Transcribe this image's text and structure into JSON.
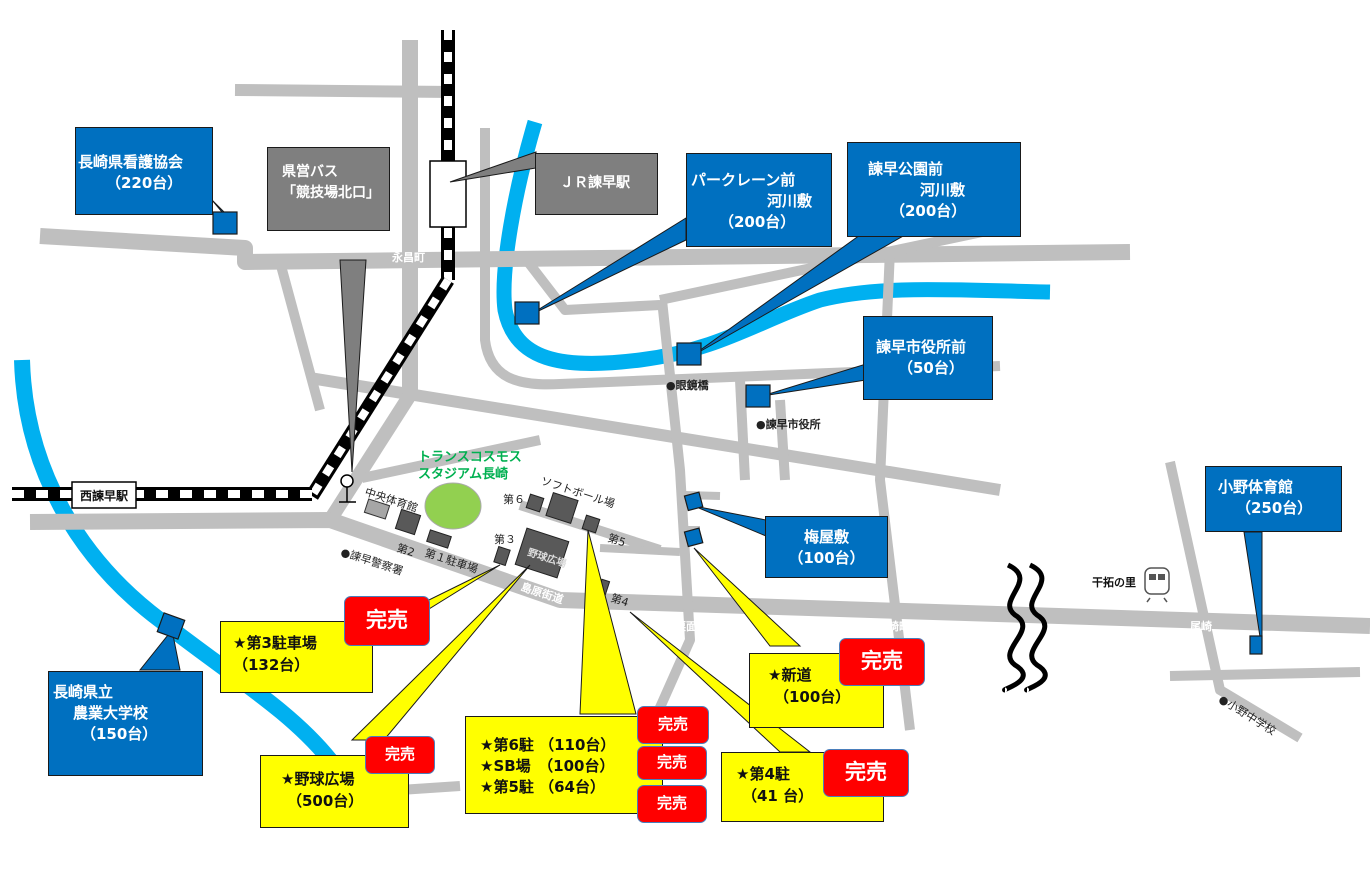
{
  "colors": {
    "road": "#bfbfbf",
    "river": "#00b0f0",
    "parking_blue": "#0070c0",
    "callout_gray": "#7f7f7f",
    "callout_yellow": "#ffff00",
    "sold_out_red": "#ff0000",
    "stadium_green": "#92d050",
    "stadium_label": "#00b050"
  },
  "streets": {
    "eirakumachi": "永昌町",
    "kurimenmachi": "栗面町",
    "yanagisakimachi": "湯崎町",
    "onozaki": "尾崎",
    "shimabara_kaido": "島原街道"
  },
  "stations": {
    "nishi_isahaya": "西諫早駅",
    "jr_isahaya": "ＪＲ諫早駅",
    "kantaku_no_sato": "干拓の里"
  },
  "bus_stop": {
    "line1": "県営バス",
    "line2": "「競技場北口」"
  },
  "landmarks": {
    "megane_bashi": "●眼鏡橋",
    "city_hall": "●諫早市役所",
    "police": "●諫早警察署",
    "ono_junior_high": "●小野中学校",
    "central_gym": "中央体育館",
    "softball": "ソフトボール場",
    "baseball_plaza": "野球広場",
    "lot_labels": {
      "lot1": "第１駐車場",
      "lot2": "第2",
      "lot3": "第３",
      "lot4": "第4",
      "lot5": "第5",
      "lot6": "第６"
    }
  },
  "stadium": {
    "line1": "トランスコスモス",
    "line2": "スタジアム長崎"
  },
  "blue_parking": [
    {
      "id": "nurses",
      "lines": [
        "長崎県看護協会",
        "（220台）"
      ]
    },
    {
      "id": "parklane",
      "lines": [
        "パークレーン前",
        "河川敷",
        "（200台）"
      ]
    },
    {
      "id": "park",
      "lines": [
        "諫早公園前",
        "河川敷",
        "（200台）"
      ]
    },
    {
      "id": "cityhall",
      "lines": [
        "諫早市役所前",
        "（50台）"
      ]
    },
    {
      "id": "umeyashiki",
      "lines": [
        "梅屋敷",
        "（100台）"
      ]
    },
    {
      "id": "ono_gym",
      "lines": [
        "小野体育館",
        "（250台）"
      ]
    },
    {
      "id": "agri_univ",
      "lines": [
        "長崎県立",
        "農業大学校",
        "（150台）"
      ]
    }
  ],
  "yellow_parking": [
    {
      "id": "lot3",
      "lines": [
        "★第3駐車場",
        "（132台）"
      ],
      "status": "完売"
    },
    {
      "id": "baseball",
      "lines": [
        "★野球広場",
        "（500台）"
      ],
      "status": "完売"
    },
    {
      "id": "lot6_sb_lot5",
      "lines": [
        "★第6駐 （110台）",
        "★SB場　（100台）",
        "★第5駐 （64台）"
      ],
      "statuses": [
        "完売",
        "完売",
        "完売"
      ]
    },
    {
      "id": "shindo",
      "lines": [
        "★新道",
        "（100台）"
      ],
      "status": "完売"
    },
    {
      "id": "lot4",
      "lines": [
        "★第4駐",
        "（41 台）"
      ],
      "status": "完売"
    }
  ]
}
